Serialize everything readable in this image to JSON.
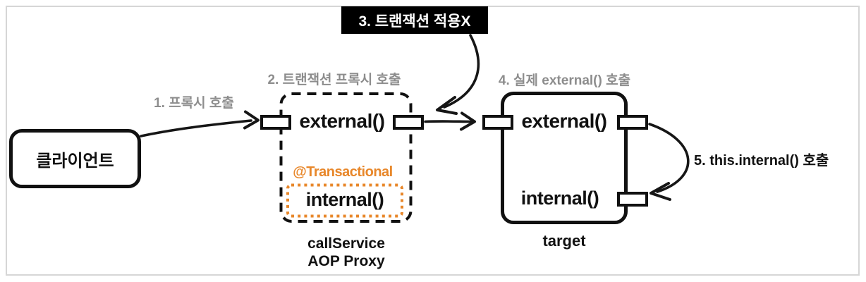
{
  "frame": {
    "border_color": "#d6d6d6",
    "background": "#ffffff"
  },
  "client": {
    "label": "클라이언트"
  },
  "steps": {
    "step1": "1. 프록시 호출",
    "step2": "2. 트랜잭션 프록시 호출",
    "step3": "3. 트랜잭션 적용X",
    "step4": "4. 실제 external() 호출",
    "step5": "5. this.internal() 호출"
  },
  "proxy": {
    "external_label": "external()",
    "annotation": "@Transactional",
    "internal_label": "internal()",
    "caption_line1": "callService",
    "caption_line2": "AOP Proxy"
  },
  "target": {
    "external_label": "external()",
    "internal_label": "internal()",
    "caption": "target"
  },
  "colors": {
    "accent_orange": "#E8872A",
    "label_gray": "#8d8d8d",
    "ink": "#111111",
    "step3_bg": "#000000",
    "step3_text": "#ffffff"
  }
}
